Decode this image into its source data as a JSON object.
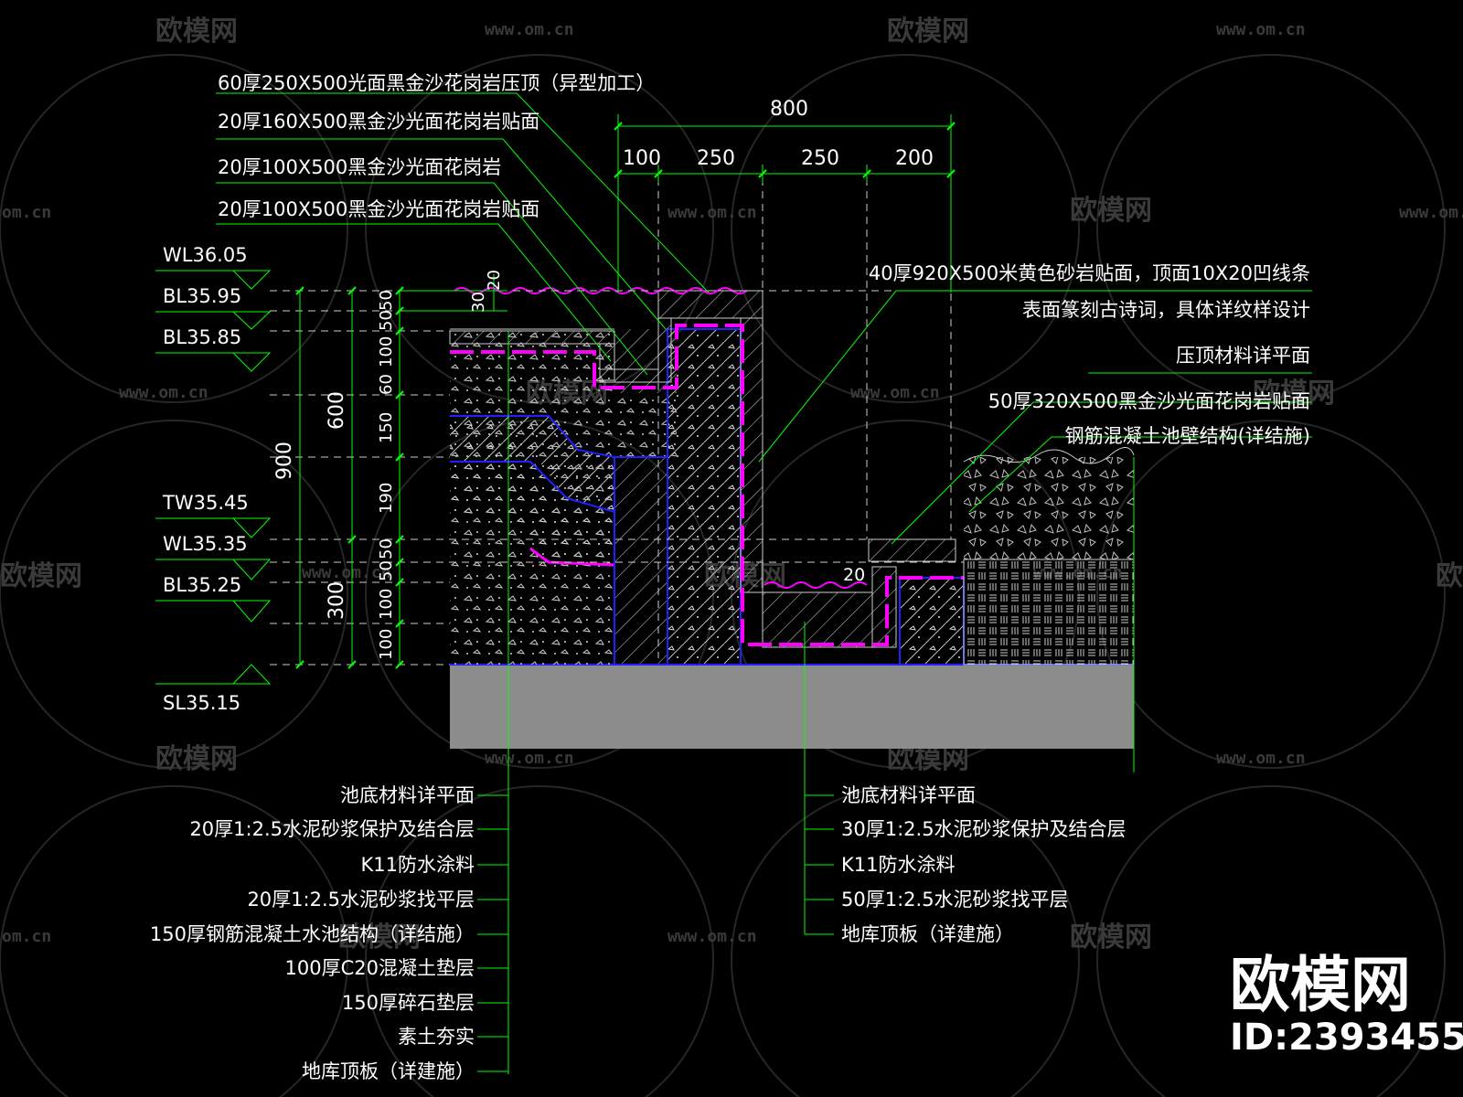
{
  "watermark": {
    "brand": "欧模网",
    "url": "www.om.cn",
    "url_short": "om.cn",
    "big_brand": "欧模网",
    "big_id": "ID:2393455"
  },
  "colors": {
    "leader": "#00ff00",
    "magenta": "#ff00ff",
    "blue": "#2020ff",
    "gray_slab": "#8c8c8c",
    "white": "#ffffff"
  },
  "top_labels": [
    "60厚250X500光面黑金沙花岗岩压顶（异型加工）",
    "20厚160X500黑金沙光面花岗岩贴面",
    "20厚100X500黑金沙光面花岗岩",
    "20厚100X500黑金沙光面花岗岩贴面"
  ],
  "right_labels": [
    "40厚920X500米黄色砂岩贴面，顶面10X20凹线条",
    "表面篆刻古诗词，具体详纹样设计",
    "压顶材料详平面",
    "50厚320X500黑金沙光面花岗岩贴面",
    "钢筋混凝土池壁结构(详结施)"
  ],
  "top_dims": {
    "total": "800",
    "segments": [
      "100",
      "250",
      "250",
      "200"
    ]
  },
  "levels": [
    "WL36.05",
    "BL35.95",
    "BL35.85",
    "TW35.45",
    "WL35.35",
    "BL35.25",
    "SL35.15"
  ],
  "vertical_dims": {
    "outer": "900",
    "middle_upper": "600",
    "middle_lower": "300",
    "inner": [
      "20",
      "30",
      "50",
      "50",
      "100",
      "60",
      "150",
      "190",
      "50",
      "50",
      "100",
      "100"
    ]
  },
  "inner_small_dim": "20",
  "bottom_left_labels": [
    "池底材料详平面",
    "20厚1:2.5水泥砂浆保护及结合层",
    "K11防水涂料",
    "20厚1:2.5水泥砂浆找平层",
    "150厚钢筋混凝土水池结构（详结施）",
    "100厚C20混凝土垫层",
    "150厚碎石垫层",
    "素土夯实",
    "地库顶板（详建施）"
  ],
  "bottom_right_labels": [
    "池底材料详平面",
    "30厚1:2.5水泥砂浆保护及结合层",
    "K11防水涂料",
    "50厚1:2.5水泥砂浆找平层",
    "地库顶板（详建施）"
  ]
}
